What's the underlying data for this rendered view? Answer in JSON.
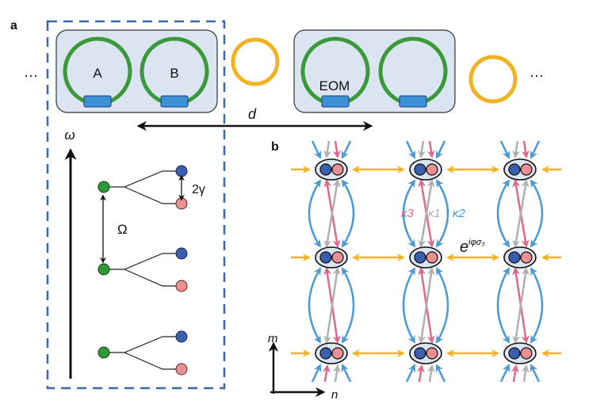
{
  "panels": {
    "a": {
      "label": "a",
      "ellipsis_left": "···",
      "ellipsis_right": "···",
      "unit_cell_1": {
        "ring_labels": [
          "A",
          "B"
        ]
      },
      "unit_cell_2": {
        "ring_labels": [
          "EOM",
          ""
        ]
      },
      "distance_label": "d",
      "axis_label": "ω",
      "splitting_label": "2γ",
      "fsr_label": "Ω"
    },
    "b": {
      "label": "b",
      "coupling_labels": {
        "k3": "κ3",
        "k1": "κ1",
        "k2": "κ2"
      },
      "phase_label": "e",
      "phase_exponent": "iφσ₃",
      "axis_x": "n",
      "axis_y": "m",
      "grid": {
        "columns": 3,
        "rows": 3
      }
    }
  },
  "colors": {
    "ring_green": "#3a9a3a",
    "ring_yellow": "#f0b323",
    "modulator_blue": "#3d8fd6",
    "box_fill": "#dbe5f1",
    "dashed_border": "#3b66ad",
    "mode_blue": "#3b5fb0",
    "mode_pink": "#ef8f92",
    "mode_green": "#2e9a35",
    "coupling_blue": "#4a9ad6",
    "coupling_pink": "#e0688e",
    "coupling_gray": "#b0b0b0",
    "coupling_yellow": "#f0b323"
  }
}
